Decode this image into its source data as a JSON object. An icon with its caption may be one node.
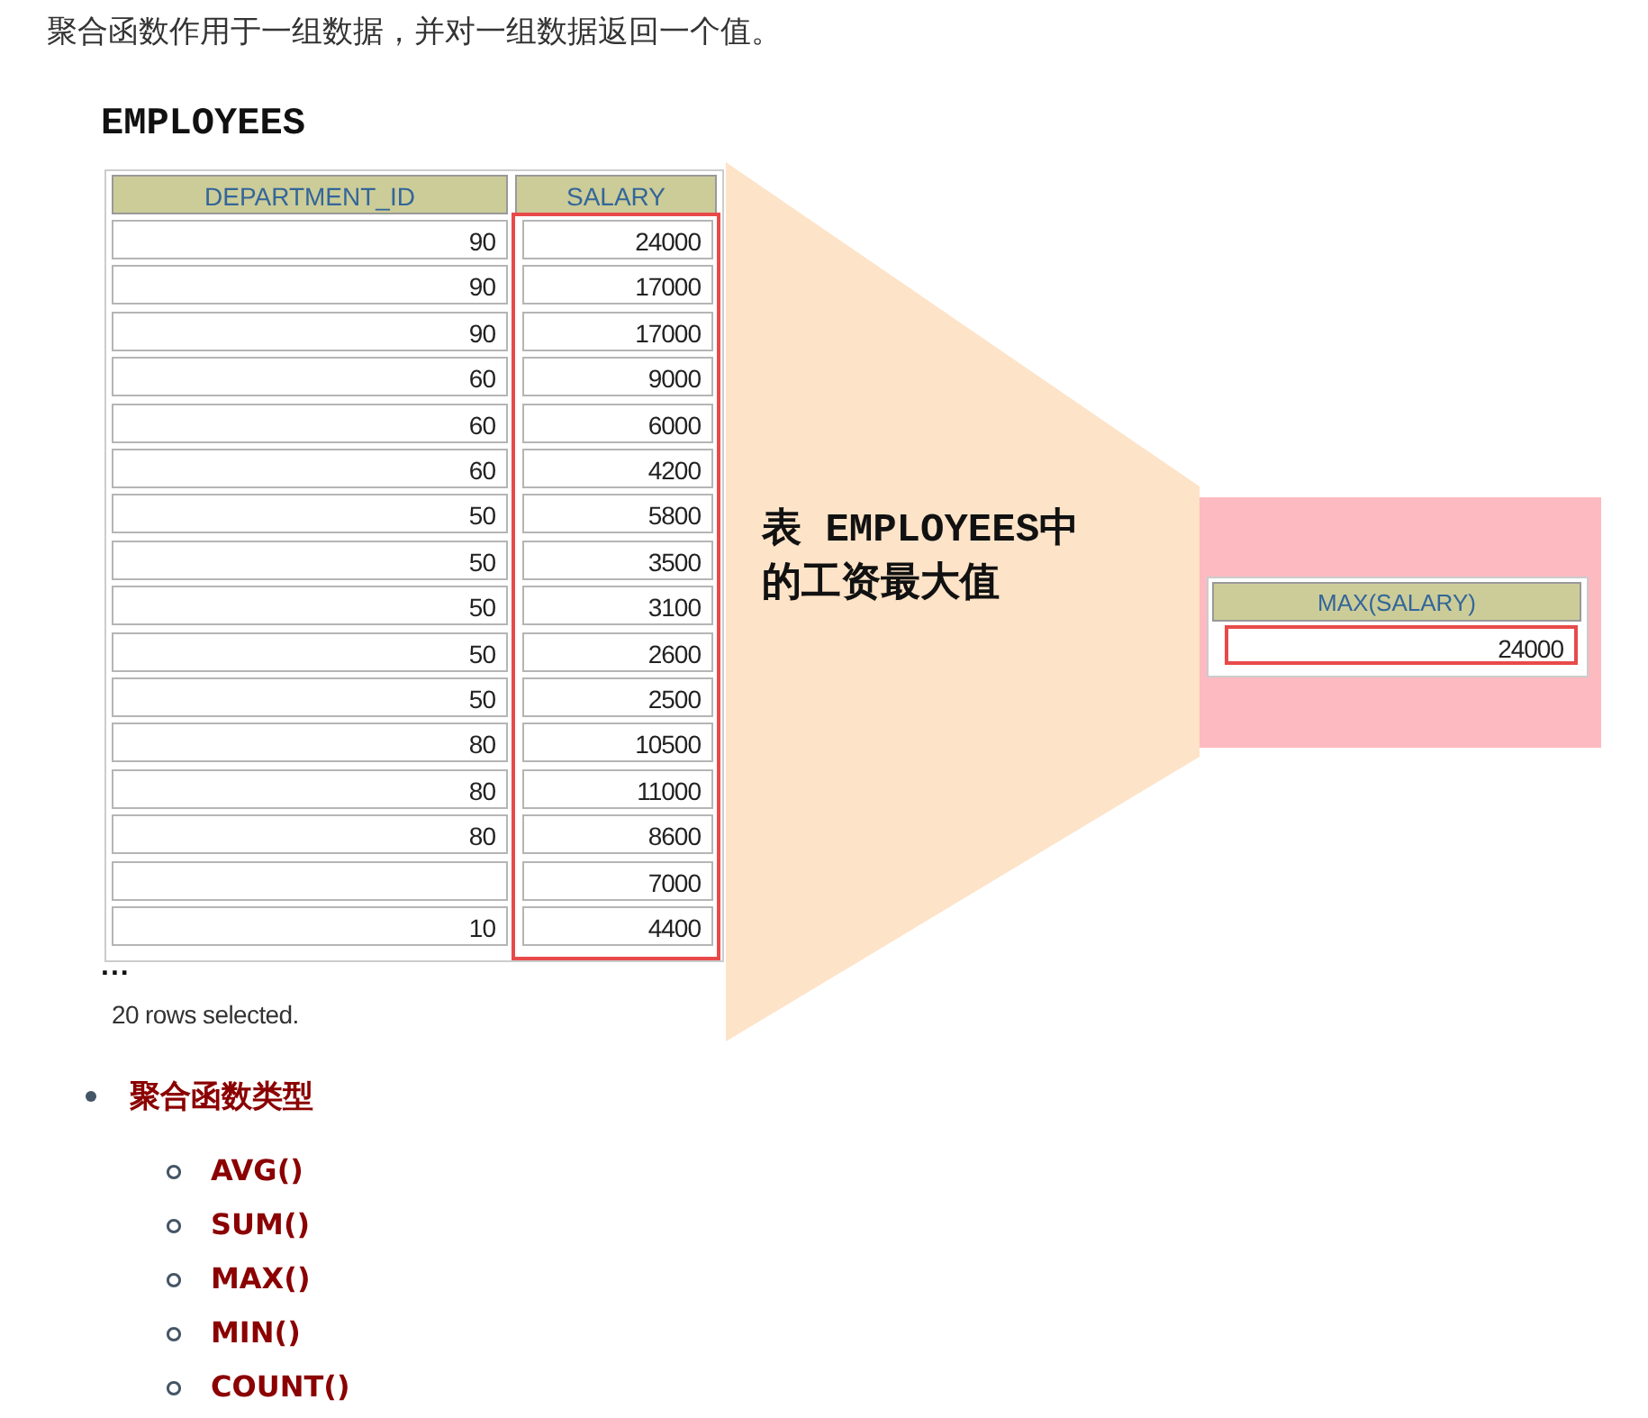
{
  "diagram": {
    "title": "聚合函数作用于一组数据，并对一组数据返回一个值。",
    "nodes": [
      {
        "text": [
          "EMPLOYEES"
        ],
        "beside": [
          "..."
        ]
      },
      {
        "text": [
          "表 EMPLOYEES中的工资最大值"
        ]
      },
      {
        "text": [],
        "shape": "box"
      }
    ],
    "labels": [
      "DEPARTMENT_ID",
      "SALARY",
      "90",
      "24000",
      "90",
      "17000",
      "90",
      "17000",
      "60",
      "9000",
      "60",
      "6000",
      "60",
      "4200",
      "50",
      "5800",
      "50",
      "3500",
      "50",
      "3100",
      "50",
      "2600",
      "50",
      "2500",
      "80",
      "10500",
      "80",
      "11000",
      "80",
      "8600",
      "7000",
      "10",
      "4400",
      "20 rows selected.",
      "MAX(SALARY)",
      "24000",
      "聚合函数类型",
      "AVG()",
      "SUM()",
      "MAX()",
      "MIN()",
      "COUNT()"
    ]
  }
}
